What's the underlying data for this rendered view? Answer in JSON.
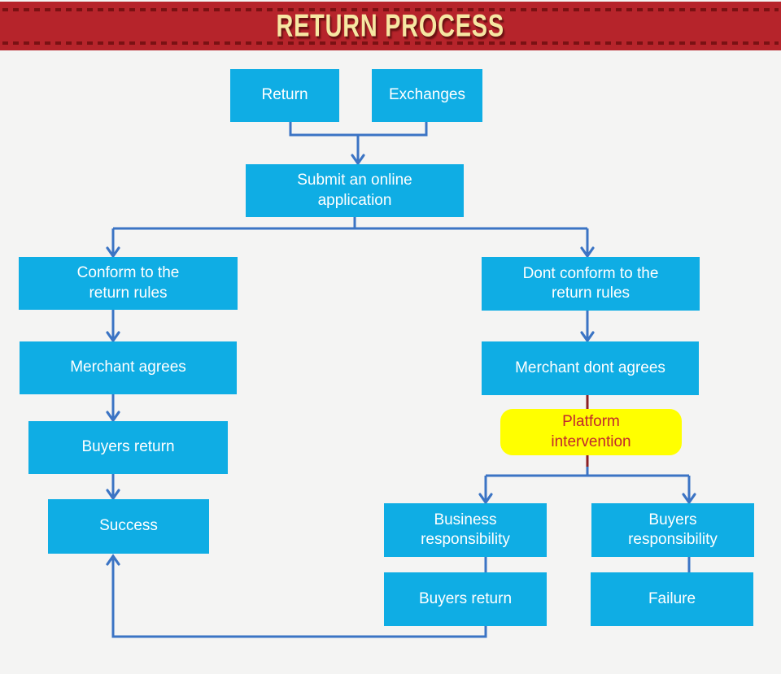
{
  "header": {
    "title": "RETURN PROCESS"
  },
  "colors": {
    "banner_bg": "#B6242B",
    "banner_dash": "#7A1113",
    "banner_text": "#F6E7A3",
    "node_fill": "#0FADE4",
    "node_text": "#FFFFFF",
    "connector_blue": "#3B74C4",
    "connector_dark_red": "#8B2024",
    "highlight_fill": "#FFFF00",
    "highlight_text": "#C1282D",
    "page_bg": "#F4F4F3"
  },
  "nodes": {
    "return": {
      "label": "Return"
    },
    "exchanges": {
      "label": "Exchanges"
    },
    "submit": {
      "label": "Submit an online application"
    },
    "conform": {
      "label": "Conform to the return rules"
    },
    "dont_conform": {
      "label": "Dont conform to the return rules"
    },
    "merchant_agrees": {
      "label": "Merchant agrees"
    },
    "merchant_dont_agrees": {
      "label": "Merchant dont agrees"
    },
    "platform_intervention": {
      "label": "Platform intervention"
    },
    "buyers_return_left": {
      "label": "Buyers return"
    },
    "success": {
      "label": "Success"
    },
    "business_responsibility": {
      "label": "Business responsibility"
    },
    "buyers_responsibility": {
      "label": "Buyers responsibility"
    },
    "buyers_return_bottom": {
      "label": "Buyers return"
    },
    "failure": {
      "label": "Failure"
    }
  },
  "edges": [
    {
      "from": "return",
      "to": "submit",
      "color": "blue",
      "arrow": true
    },
    {
      "from": "exchanges",
      "to": "submit",
      "color": "blue",
      "arrow": true
    },
    {
      "from": "submit",
      "to": "conform",
      "color": "blue",
      "arrow": true
    },
    {
      "from": "submit",
      "to": "dont_conform",
      "color": "blue",
      "arrow": true
    },
    {
      "from": "conform",
      "to": "merchant_agrees",
      "color": "blue",
      "arrow": true
    },
    {
      "from": "merchant_agrees",
      "to": "buyers_return_left",
      "color": "blue",
      "arrow": true
    },
    {
      "from": "buyers_return_left",
      "to": "success",
      "color": "blue",
      "arrow": true
    },
    {
      "from": "dont_conform",
      "to": "merchant_dont_agrees",
      "color": "blue",
      "arrow": true
    },
    {
      "from": "merchant_dont_agrees",
      "to": "platform_intervention",
      "color": "dark_red",
      "arrow": false
    },
    {
      "from": "platform_intervention",
      "to": "business_responsibility",
      "color": "dark_red_then_blue",
      "arrow": true
    },
    {
      "from": "platform_intervention",
      "to": "buyers_responsibility",
      "color": "dark_red_then_blue",
      "arrow": true
    },
    {
      "from": "business_responsibility",
      "to": "buyers_return_bottom",
      "color": "blue",
      "arrow": false
    },
    {
      "from": "buyers_responsibility",
      "to": "failure",
      "color": "blue",
      "arrow": false
    },
    {
      "from": "buyers_return_bottom",
      "to": "success",
      "color": "blue",
      "arrow": true
    }
  ]
}
